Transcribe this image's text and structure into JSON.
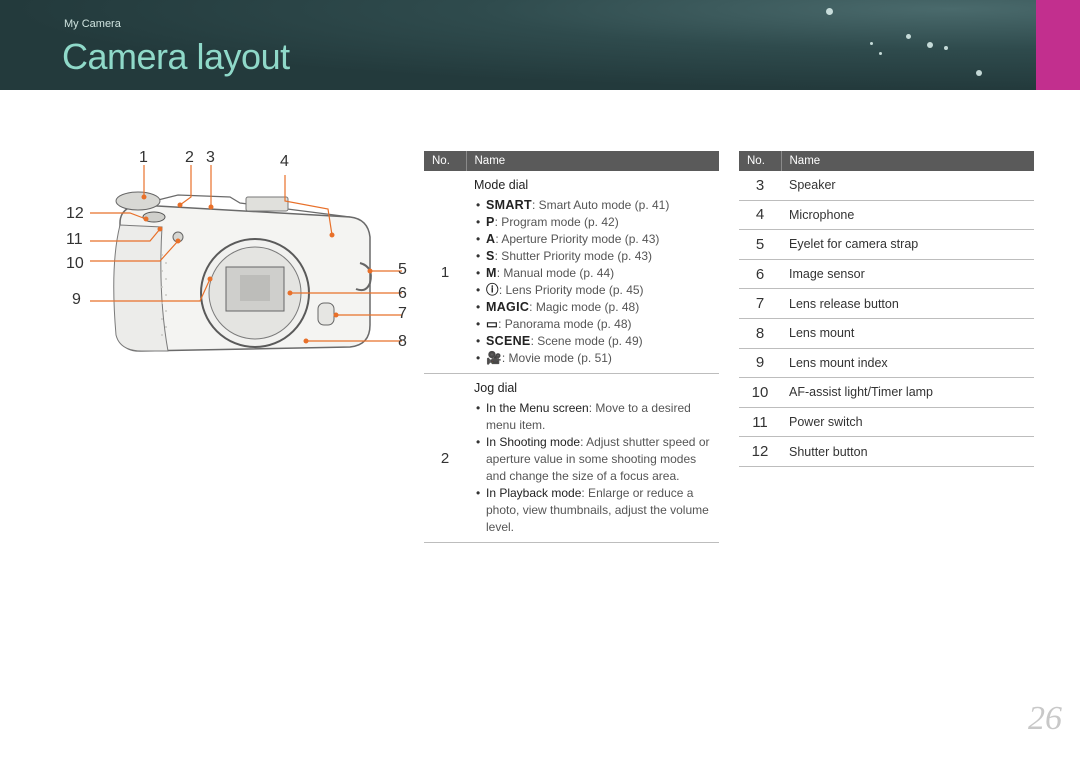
{
  "header": {
    "section": "My Camera",
    "title": "Camera layout"
  },
  "diagram": {
    "callouts": [
      "1",
      "2",
      "3",
      "4",
      "5",
      "6",
      "7",
      "8",
      "9",
      "10",
      "11",
      "12"
    ]
  },
  "left_table": {
    "col_no": "No.",
    "col_name": "Name",
    "mode_dial": {
      "no": "1",
      "title": "Mode dial",
      "items": [
        {
          "sym": "SMART",
          "text": ": Smart Auto mode (p. 41)"
        },
        {
          "sym": "P",
          "text": ": Program mode (p. 42)"
        },
        {
          "sym": "A",
          "text": ": Aperture Priority mode (p. 43)"
        },
        {
          "sym": "S",
          "text": ": Shutter Priority mode (p. 43)"
        },
        {
          "sym": "M",
          "text": ": Manual mode (p. 44)"
        },
        {
          "sym": "ⓘ",
          "text": ": Lens Priority mode (p. 45)"
        },
        {
          "sym": "MAGIC",
          "text": ": Magic mode (p. 48)"
        },
        {
          "sym": "▭",
          "text": ": Panorama mode (p. 48)"
        },
        {
          "sym": "SCENE",
          "text": ": Scene mode (p. 49)"
        },
        {
          "sym": "🎥",
          "text": ": Movie mode (p. 51)"
        }
      ]
    },
    "jog_dial": {
      "no": "2",
      "title": "Jog dial",
      "items": [
        {
          "lead": "In the Menu screen",
          "text": ": Move to a desired menu item."
        },
        {
          "lead": "In Shooting mode",
          "text": ": Adjust shutter speed or aperture value in some shooting modes and change the size of a focus area."
        },
        {
          "lead": "In Playback mode",
          "text": ": Enlarge or reduce a photo, view thumbnails, adjust the volume level."
        }
      ]
    }
  },
  "right_table": {
    "col_no": "No.",
    "col_name": "Name",
    "rows": [
      {
        "no": "3",
        "name": "Speaker"
      },
      {
        "no": "4",
        "name": "Microphone"
      },
      {
        "no": "5",
        "name": "Eyelet for camera strap"
      },
      {
        "no": "6",
        "name": "Image sensor"
      },
      {
        "no": "7",
        "name": "Lens release button"
      },
      {
        "no": "8",
        "name": "Lens mount"
      },
      {
        "no": "9",
        "name": "Lens mount index"
      },
      {
        "no": "10",
        "name": "AF-assist light/Timer lamp"
      },
      {
        "no": "11",
        "name": "Power switch"
      },
      {
        "no": "12",
        "name": "Shutter button"
      }
    ]
  },
  "page_number": "26",
  "colors": {
    "title": "#8fd9c9",
    "header_bg": "#2f4b4d",
    "accent_magenta": "#c22f8e",
    "callout_line": "#e8702a"
  }
}
